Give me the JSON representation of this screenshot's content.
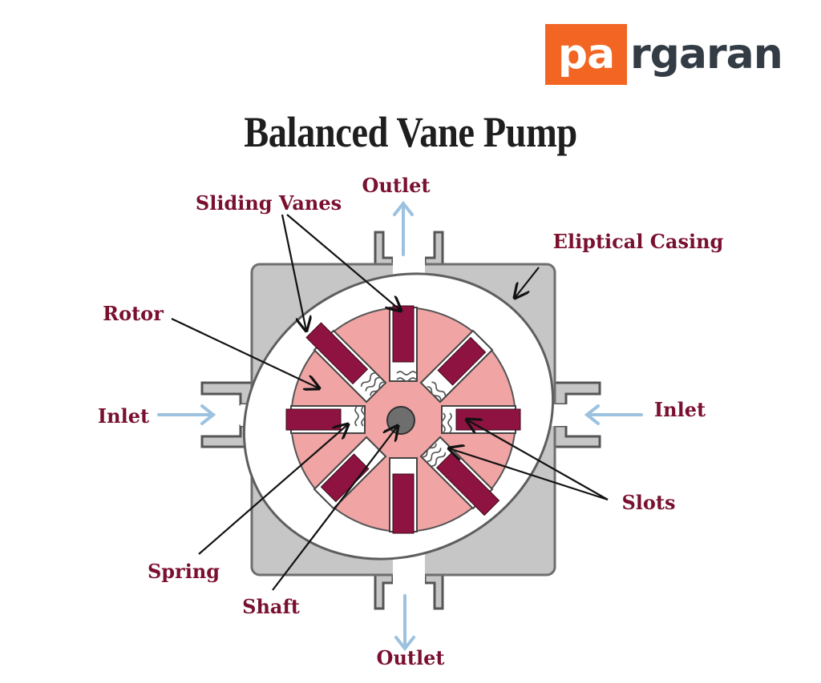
{
  "brand": {
    "logo_boxed": "pa",
    "logo_rest": "rgaran",
    "accent_color": "#f26522",
    "text_color": "#333b45"
  },
  "title": "Balanced Vane Pump",
  "labels": {
    "outlet_top": "Outlet",
    "outlet_bottom": "Outlet",
    "sliding_vanes": "Sliding Vanes",
    "casing": "Eliptical Casing",
    "rotor": "Rotor",
    "inlet_left": "Inlet",
    "inlet_right": "Inlet",
    "slots": "Slots",
    "spring": "Spring",
    "shaft": "Shaft"
  },
  "colors": {
    "label": "#7a1030",
    "casing": "#c6c6c6",
    "casing_border": "#6e6e6e",
    "rotor": "#f0a4a4",
    "vane": "#8e1340",
    "flow_arrow": "#9cc2e0"
  }
}
